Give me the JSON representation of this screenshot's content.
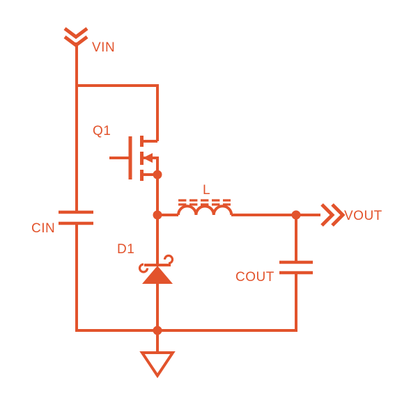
{
  "colors": {
    "accent": "#E2532C",
    "background": "#FFFFFF"
  },
  "schematic": {
    "kind": "buck-converter-circuit",
    "labels": {
      "vin": "VIN",
      "vout": "VOUT",
      "q1": "Q1",
      "d1": "D1",
      "inductor": "L",
      "cin": "CIN",
      "cout": "COUT"
    },
    "components": [
      {
        "ref": "Q1",
        "symbol": "n-channel-mosfet"
      },
      {
        "ref": "CIN",
        "symbol": "capacitor"
      },
      {
        "ref": "D1",
        "symbol": "schottky-diode"
      },
      {
        "ref": "L",
        "symbol": "inductor-with-core"
      },
      {
        "ref": "COUT",
        "symbol": "capacitor"
      }
    ],
    "terminals": [
      {
        "name": "VIN",
        "symbol": "double-chevron-down"
      },
      {
        "name": "VOUT",
        "symbol": "double-chevron-right"
      },
      {
        "name": "GND",
        "symbol": "open-triangle-ground"
      }
    ]
  }
}
